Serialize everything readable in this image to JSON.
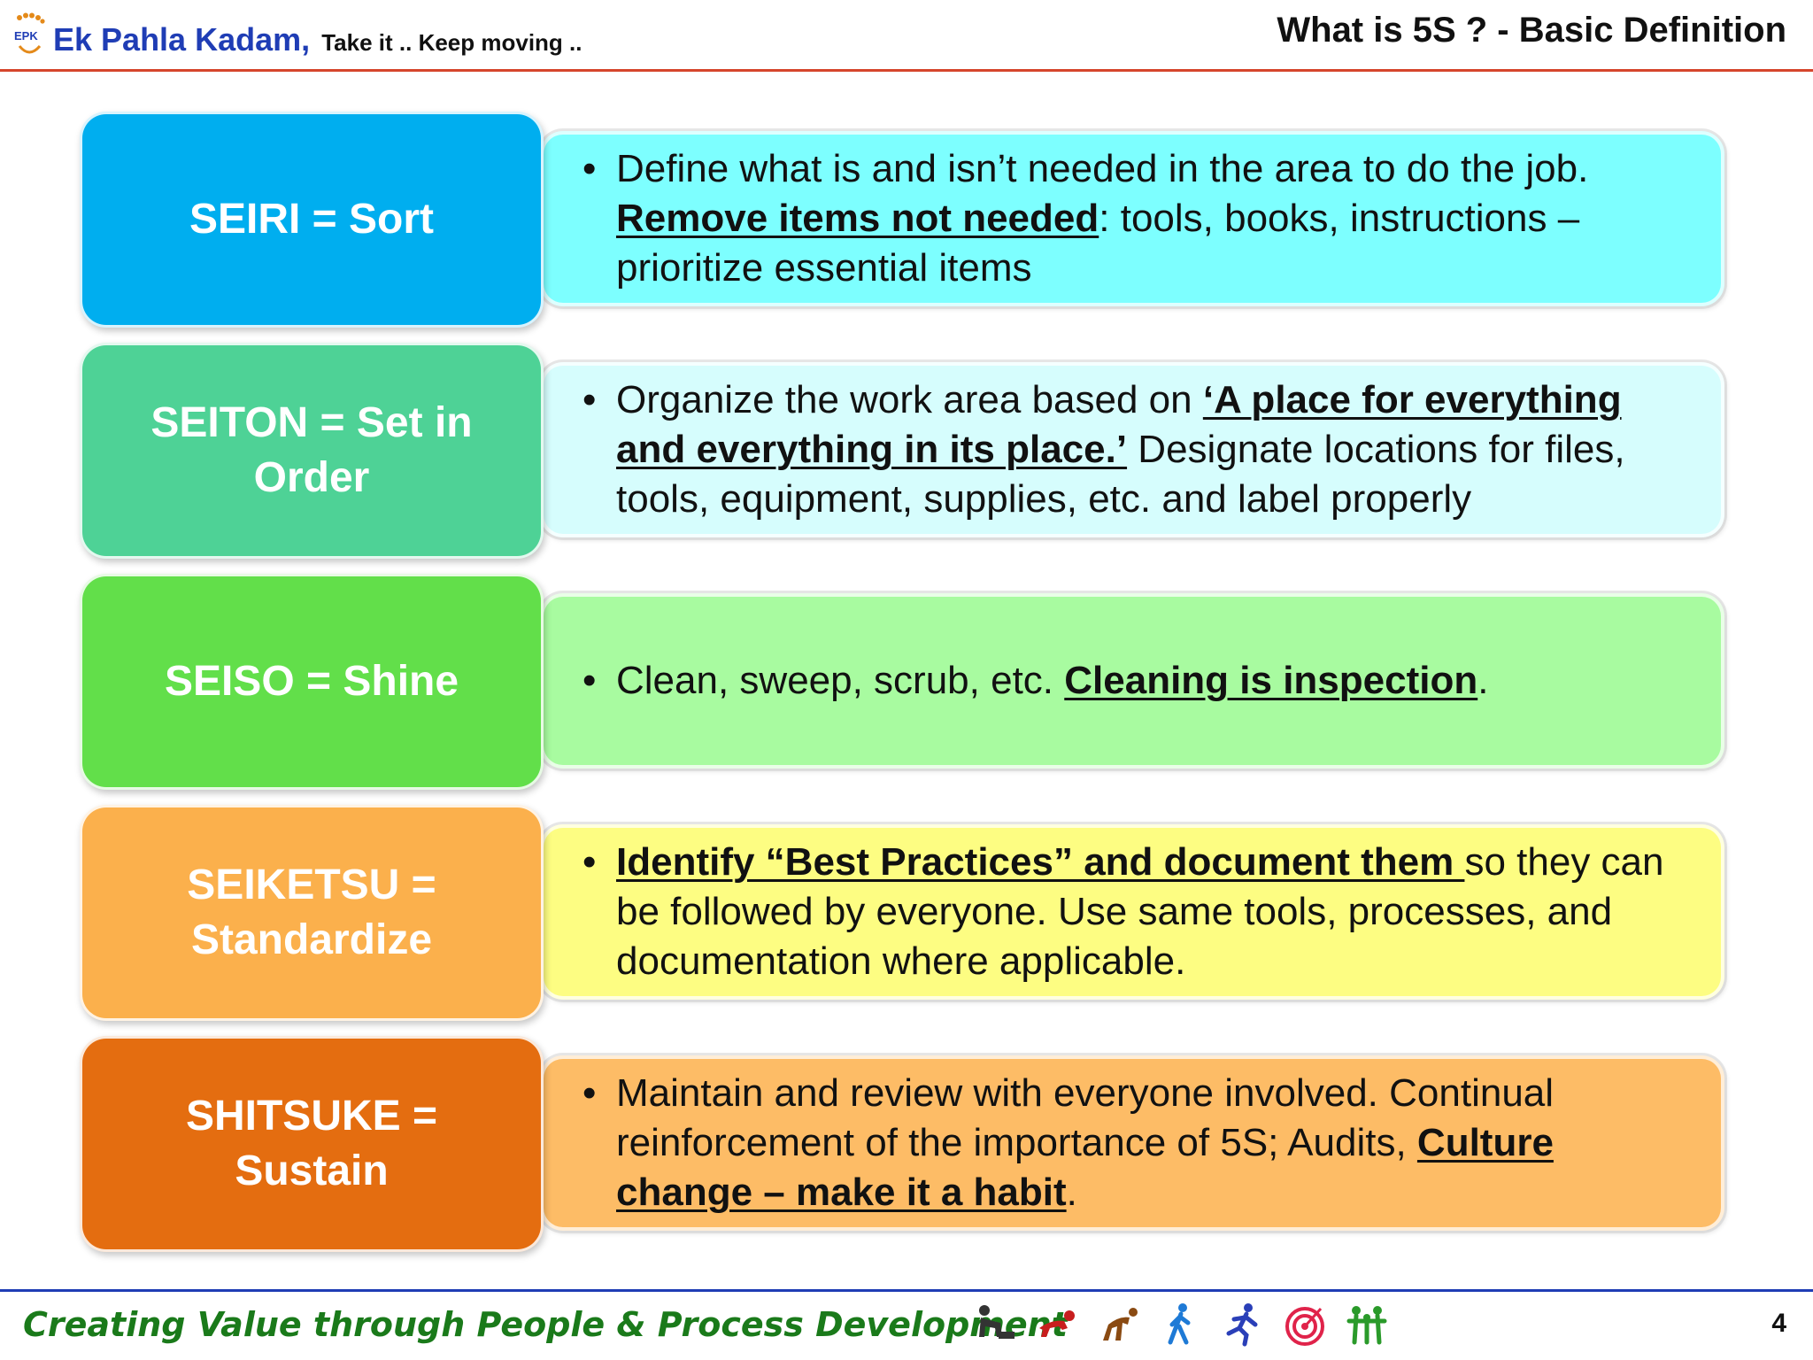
{
  "header": {
    "logo_text": "EPK",
    "brand_name": "Ek Pahla Kadam,",
    "tagline": "Take it ..  Keep moving ..",
    "title": "What is 5S ? - Basic Definition"
  },
  "rows": [
    {
      "term": "SEIRI =  Sort",
      "term_color": "#00aeef",
      "desc_color": "#7dffff",
      "parts": [
        {
          "text": "Define what is and isn’t needed in the area to do the job. ",
          "em": false
        },
        {
          "text": "Remove items not needed",
          "em": true
        },
        {
          "text": ": tools, books, instructions – prioritize essential items",
          "em": false
        }
      ]
    },
    {
      "term": "SEITON = Set in\nOrder",
      "term_color": "#4ed296",
      "desc_color": "#d6fdfd",
      "parts": [
        {
          "text": "Organize the work area based on ",
          "em": false
        },
        {
          "text": "‘A place for everything and everything in its place.’",
          "em": true
        },
        {
          "text": "  Designate locations for files, tools, equipment, supplies, etc. and label properly",
          "em": false
        }
      ]
    },
    {
      "term": "SEISO = Shine",
      "term_color": "#62df4a",
      "desc_color": "#a8fba0",
      "parts": [
        {
          "text": "Clean, sweep, scrub, etc. ",
          "em": false
        },
        {
          "text": "Cleaning is inspection",
          "em": true
        },
        {
          "text": ".",
          "em": false
        }
      ]
    },
    {
      "term": "SEIKETSU =\nStandardize",
      "term_color": "#fbb04c",
      "desc_color": "#fdfd82",
      "parts": [
        {
          "text": "Identify “Best Practices” and document them ",
          "em": true
        },
        {
          "text": "so they can be followed by everyone.  Use same tools, processes, and documentation where applicable.",
          "em": false
        }
      ]
    },
    {
      "term": "SHITSUKE = Sustain",
      "term_color": "#e46d10",
      "desc_color": "#fdbc66",
      "parts": [
        {
          "text": "Maintain and review with everyone involved. Continual reinforcement of the importance of 5S; Audits, ",
          "em": false
        },
        {
          "text": "Culture change – make it a habit",
          "em": true
        },
        {
          "text": ".",
          "em": false
        }
      ]
    }
  ],
  "footer": {
    "slogan": "Creating Value through People & Process Development",
    "page_number": "4",
    "icons": [
      "baby-crawl-icon",
      "crawling-red-icon",
      "crawling-brown-icon",
      "walking-icon",
      "running-icon",
      "target-icon",
      "team-icon"
    ]
  }
}
